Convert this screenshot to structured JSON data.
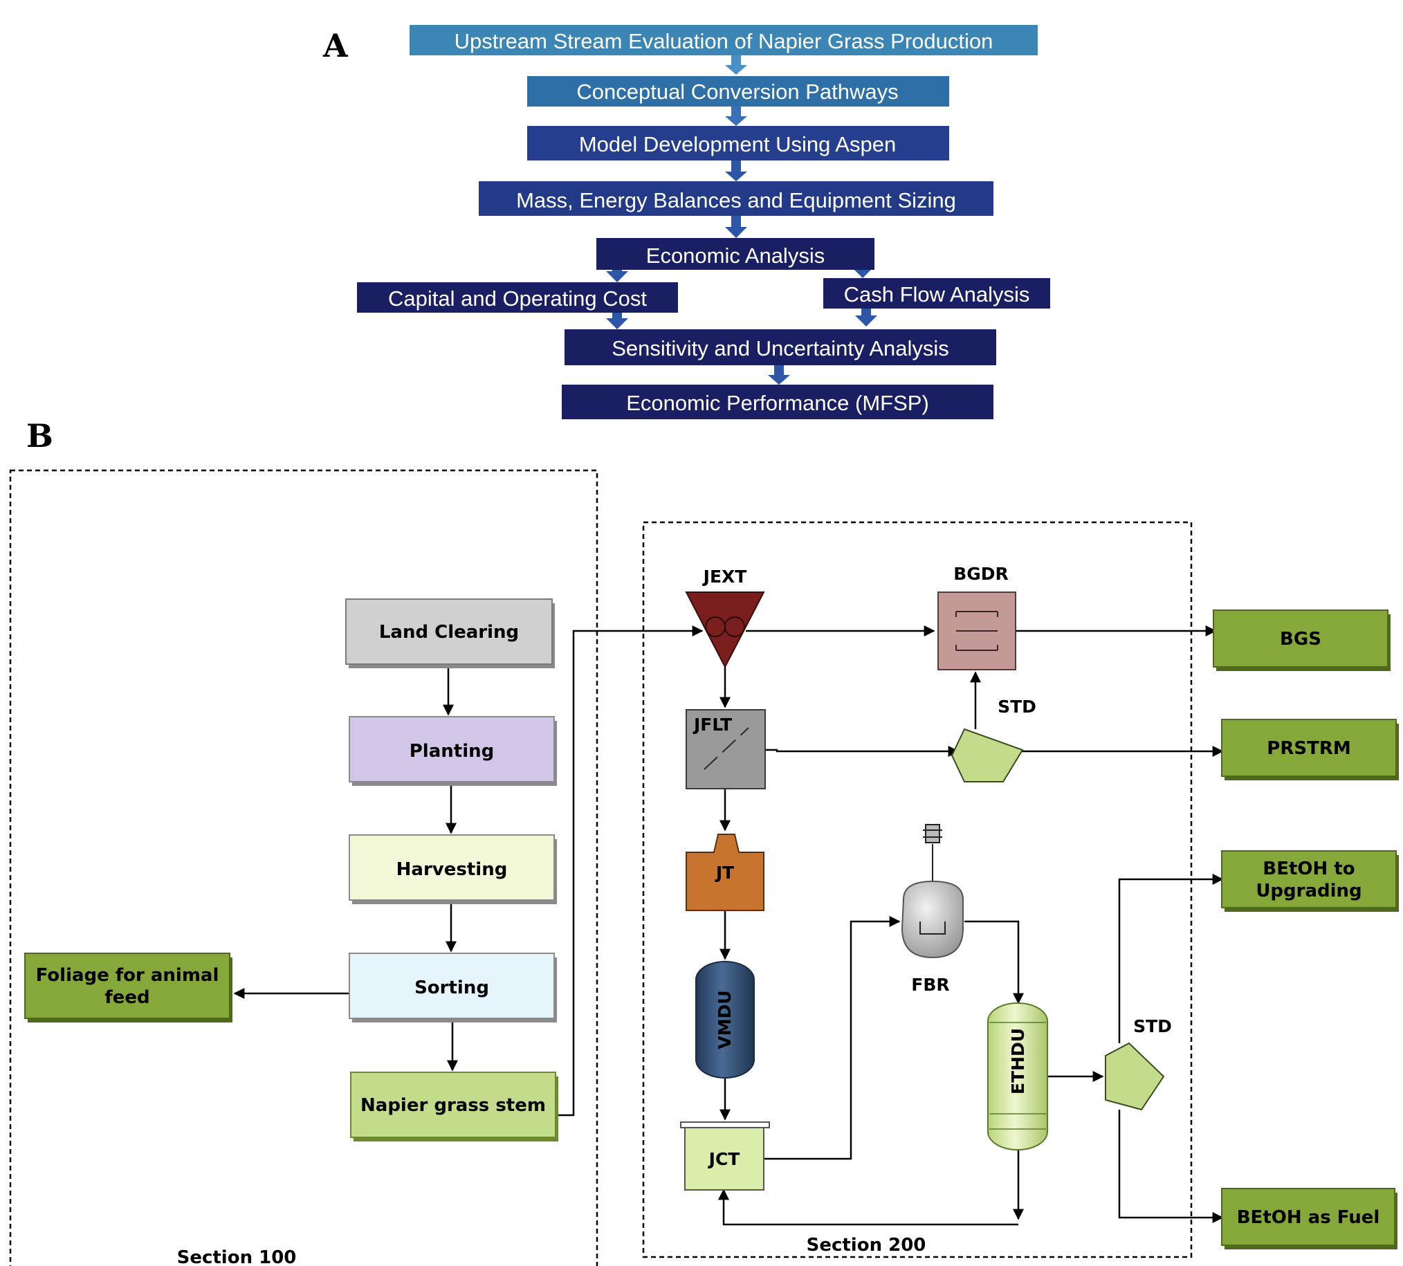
{
  "panels": {
    "a": "A",
    "b": "B"
  },
  "panel_a": {
    "steps": {
      "upstream": "Upstream Stream Evaluation of Napier Grass Production",
      "conceptual": "Conceptual Conversion Pathways",
      "model": "Model Development Using Aspen",
      "mass": "Mass, Energy Balances and Equipment Sizing",
      "economic": "Economic Analysis",
      "capital": "Capital and Operating Cost",
      "cashflow": "Cash Flow Analysis",
      "sensitivity": "Sensitivity and Uncertainty Analysis",
      "performance": "Economic Performance (MFSP)"
    },
    "colors": {
      "step1": "#3b86b5",
      "step2": "#2f6fa8",
      "step3": "#253f8e",
      "step4": "#223a87",
      "dark": "#1a1f63",
      "arrow": "#4a90c8"
    }
  },
  "panel_b": {
    "sections": {
      "s100": "Section 100",
      "s200": "Section 200"
    },
    "steps": {
      "land_clearing": "Land Clearing",
      "planting": "Planting",
      "harvesting": "Harvesting",
      "sorting": "Sorting",
      "napier_stem": "Napier grass stem",
      "foliage_line1": "Foliage for animal",
      "foliage_line2": "feed"
    },
    "units": {
      "jext": "JEXT",
      "bgdr": "BGDR",
      "jflt": "JFLT",
      "std_top": "STD",
      "jt": "JT",
      "vmdu": "VMDU",
      "fbr": "FBR",
      "ethdu": "ETHDU",
      "std_bottom": "STD",
      "jct": "JCT"
    },
    "products": {
      "bgs": "BGS",
      "prstrm": "PRSTRM",
      "betoh_up_line1": "BEtOH to",
      "betoh_up_line2": "Upgrading",
      "betoh_fuel": "BEtOH as Fuel"
    },
    "colors": {
      "product_green": "#86a83a",
      "land_clearing": "#d0d0d0",
      "planting": "#d2c6e8",
      "harvesting": "#f3f8d8",
      "sorting": "#e6f4fb",
      "napier_stem": "#c3dc8c",
      "jext": "#7a1e1e",
      "bgdr": "#c49a96",
      "jflt": "#9a9a9a",
      "std": "#c3dc8c",
      "jt": "#c8742e",
      "vmdu": "#334e72",
      "fbr": "#c8c8c8",
      "ethdu": "#dbedaa",
      "jct": "#dbedaa"
    }
  }
}
